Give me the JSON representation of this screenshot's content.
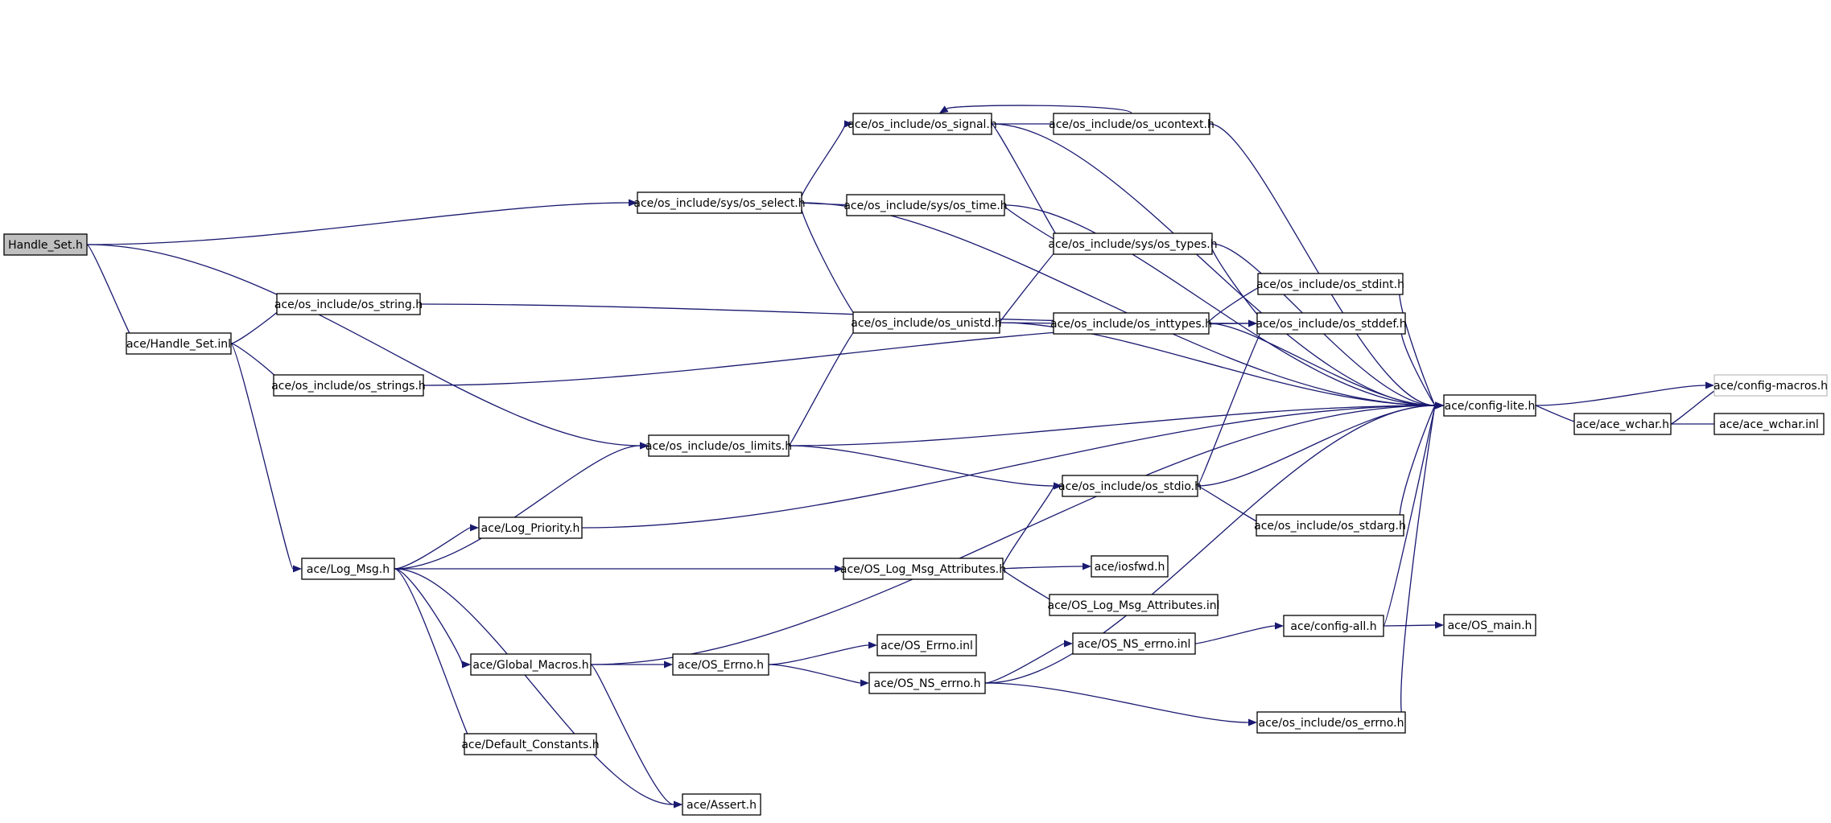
{
  "nodes": [
    {
      "id": "handle_set_h",
      "label": "Handle_Set.h"
    },
    {
      "id": "handle_set_inl",
      "label": "ace/Handle_Set.inl"
    },
    {
      "id": "os_select",
      "label": "ace/os_include/sys/os_select.h"
    },
    {
      "id": "os_signal",
      "label": "ace/os_include/os_signal.h"
    },
    {
      "id": "os_ucontext",
      "label": "ace/os_include/os_ucontext.h"
    },
    {
      "id": "os_time",
      "label": "ace/os_include/sys/os_time.h"
    },
    {
      "id": "os_types",
      "label": "ace/os_include/sys/os_types.h"
    },
    {
      "id": "os_string",
      "label": "ace/os_include/os_string.h"
    },
    {
      "id": "os_stdint",
      "label": "ace/os_include/os_stdint.h"
    },
    {
      "id": "os_unistd",
      "label": "ace/os_include/os_unistd.h"
    },
    {
      "id": "os_inttypes",
      "label": "ace/os_include/os_inttypes.h"
    },
    {
      "id": "os_stddef",
      "label": "ace/os_include/os_stddef.h"
    },
    {
      "id": "os_strings",
      "label": "ace/os_include/os_strings.h"
    },
    {
      "id": "config_lite",
      "label": "ace/config-lite.h"
    },
    {
      "id": "config_macros",
      "label": "ace/config-macros.h"
    },
    {
      "id": "ace_wchar_h",
      "label": "ace/ace_wchar.h"
    },
    {
      "id": "ace_wchar_inl",
      "label": "ace/ace_wchar.inl"
    },
    {
      "id": "os_limits",
      "label": "ace/os_include/os_limits.h"
    },
    {
      "id": "os_stdio",
      "label": "ace/os_include/os_stdio.h"
    },
    {
      "id": "log_priority",
      "label": "ace/Log_Priority.h"
    },
    {
      "id": "os_stdarg",
      "label": "ace/os_include/os_stdarg.h"
    },
    {
      "id": "log_msg",
      "label": "ace/Log_Msg.h"
    },
    {
      "id": "os_log_msg_attr_h",
      "label": "ace/OS_Log_Msg_Attributes.h"
    },
    {
      "id": "iosfwd",
      "label": "ace/iosfwd.h"
    },
    {
      "id": "os_log_msg_attr_inl",
      "label": "ace/OS_Log_Msg_Attributes.inl"
    },
    {
      "id": "config_all",
      "label": "ace/config-all.h"
    },
    {
      "id": "os_main",
      "label": "ace/OS_main.h"
    },
    {
      "id": "os_errno_inl",
      "label": "ace/OS_Errno.inl"
    },
    {
      "id": "os_ns_errno_inl",
      "label": "ace/OS_NS_errno.inl"
    },
    {
      "id": "global_macros",
      "label": "ace/Global_Macros.h"
    },
    {
      "id": "os_errno_h",
      "label": "ace/OS_Errno.h"
    },
    {
      "id": "os_ns_errno_h",
      "label": "ace/OS_NS_errno.h"
    },
    {
      "id": "os_include_errno",
      "label": "ace/os_include/os_errno.h"
    },
    {
      "id": "default_constants",
      "label": "ace/Default_Constants.h"
    },
    {
      "id": "assert_h",
      "label": "ace/Assert.h"
    }
  ],
  "edges": [
    [
      "handle_set_h",
      "os_select"
    ],
    [
      "handle_set_h",
      "handle_set_inl"
    ],
    [
      "handle_set_h",
      "os_limits"
    ],
    [
      "handle_set_inl",
      "os_string"
    ],
    [
      "handle_set_inl",
      "os_strings"
    ],
    [
      "handle_set_inl",
      "log_msg"
    ],
    [
      "os_select",
      "os_signal"
    ],
    [
      "os_select",
      "os_time"
    ],
    [
      "os_select",
      "os_unistd"
    ],
    [
      "os_select",
      "config_lite"
    ],
    [
      "os_signal",
      "os_ucontext"
    ],
    [
      "os_signal",
      "os_types"
    ],
    [
      "os_signal",
      "config_lite"
    ],
    [
      "os_ucontext",
      "os_signal"
    ],
    [
      "os_ucontext",
      "config_lite"
    ],
    [
      "os_time",
      "os_types"
    ],
    [
      "os_time",
      "config_lite"
    ],
    [
      "os_types",
      "os_stddef"
    ],
    [
      "os_types",
      "config_lite"
    ],
    [
      "os_string",
      "os_stddef"
    ],
    [
      "os_unistd",
      "os_types"
    ],
    [
      "os_unistd",
      "os_inttypes"
    ],
    [
      "os_unistd",
      "config_lite"
    ],
    [
      "os_inttypes",
      "os_stdint"
    ],
    [
      "os_inttypes",
      "config_lite"
    ],
    [
      "os_stdint",
      "config_lite"
    ],
    [
      "os_stddef",
      "config_lite"
    ],
    [
      "os_strings",
      "os_stddef"
    ],
    [
      "config_lite",
      "config_macros"
    ],
    [
      "config_lite",
      "ace_wchar_h"
    ],
    [
      "ace_wchar_h",
      "config_macros"
    ],
    [
      "ace_wchar_h",
      "ace_wchar_inl"
    ],
    [
      "os_limits",
      "os_unistd"
    ],
    [
      "os_limits",
      "config_lite"
    ],
    [
      "os_limits",
      "os_stdio"
    ],
    [
      "os_stdio",
      "os_stddef"
    ],
    [
      "os_stdio",
      "config_lite"
    ],
    [
      "os_stdio",
      "os_stdarg"
    ],
    [
      "os_stdarg",
      "config_lite"
    ],
    [
      "log_msg",
      "os_limits"
    ],
    [
      "log_msg",
      "log_priority"
    ],
    [
      "log_msg",
      "os_log_msg_attr_h"
    ],
    [
      "log_msg",
      "global_macros"
    ],
    [
      "log_msg",
      "default_constants"
    ],
    [
      "log_msg",
      "assert_h"
    ],
    [
      "log_priority",
      "config_lite"
    ],
    [
      "os_log_msg_attr_h",
      "os_stdio"
    ],
    [
      "os_log_msg_attr_h",
      "iosfwd"
    ],
    [
      "os_log_msg_attr_h",
      "os_log_msg_attr_inl"
    ],
    [
      "global_macros",
      "os_errno_h"
    ],
    [
      "global_macros",
      "assert_h"
    ],
    [
      "global_macros",
      "config_lite"
    ],
    [
      "os_errno_h",
      "os_errno_inl"
    ],
    [
      "os_errno_h",
      "os_ns_errno_h"
    ],
    [
      "os_ns_errno_h",
      "os_ns_errno_inl"
    ],
    [
      "os_ns_errno_h",
      "os_include_errno"
    ],
    [
      "os_ns_errno_h",
      "config_lite"
    ],
    [
      "os_ns_errno_inl",
      "config_all"
    ],
    [
      "config_all",
      "os_main"
    ],
    [
      "config_all",
      "config_lite"
    ],
    [
      "os_include_errno",
      "config_lite"
    ]
  ]
}
